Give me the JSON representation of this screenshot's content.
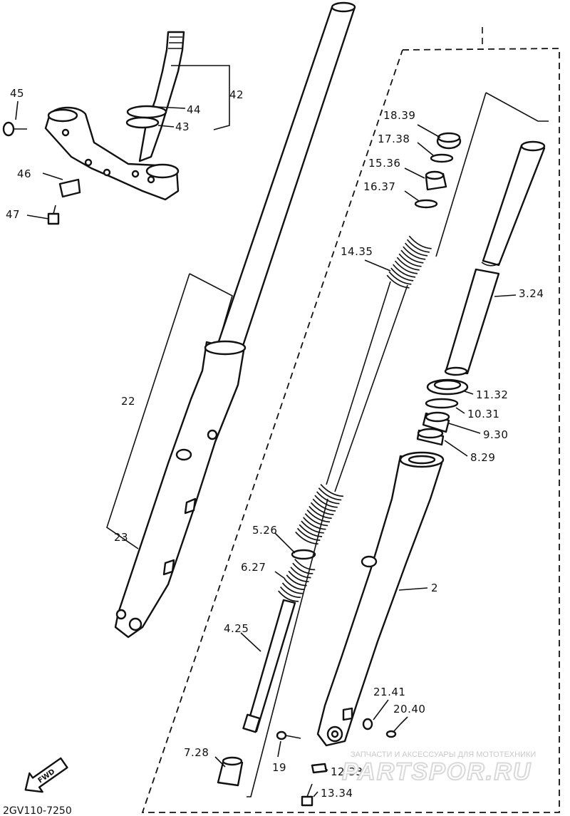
{
  "diagram": {
    "labels": [
      {
        "text": "45"
      },
      {
        "text": "42"
      },
      {
        "text": "44"
      },
      {
        "text": "43"
      },
      {
        "text": "46"
      },
      {
        "text": "47"
      },
      {
        "text": "18.39"
      },
      {
        "text": "17.38"
      },
      {
        "text": "15.36"
      },
      {
        "text": "16.37"
      },
      {
        "text": "14.35"
      },
      {
        "text": "3.24"
      },
      {
        "text": "22"
      },
      {
        "text": "11.32"
      },
      {
        "text": "10.31"
      },
      {
        "text": "9.30"
      },
      {
        "text": "8.29"
      },
      {
        "text": "5.26"
      },
      {
        "text": "6.27"
      },
      {
        "text": "23"
      },
      {
        "text": "2"
      },
      {
        "text": "4.25"
      },
      {
        "text": "21.41"
      },
      {
        "text": "20.40"
      },
      {
        "text": "7.28"
      },
      {
        "text": "19"
      },
      {
        "text": "12.33"
      },
      {
        "text": "13.34"
      }
    ],
    "drawing_code": "2GV110-7250",
    "direction_arrow": "FWD"
  },
  "watermark": {
    "caption": "ЗАПЧАСТИ И АКСЕССУАРЫ ДЛЯ МОТОТЕХНИКИ",
    "brand": "PARTSPOR.RU"
  }
}
